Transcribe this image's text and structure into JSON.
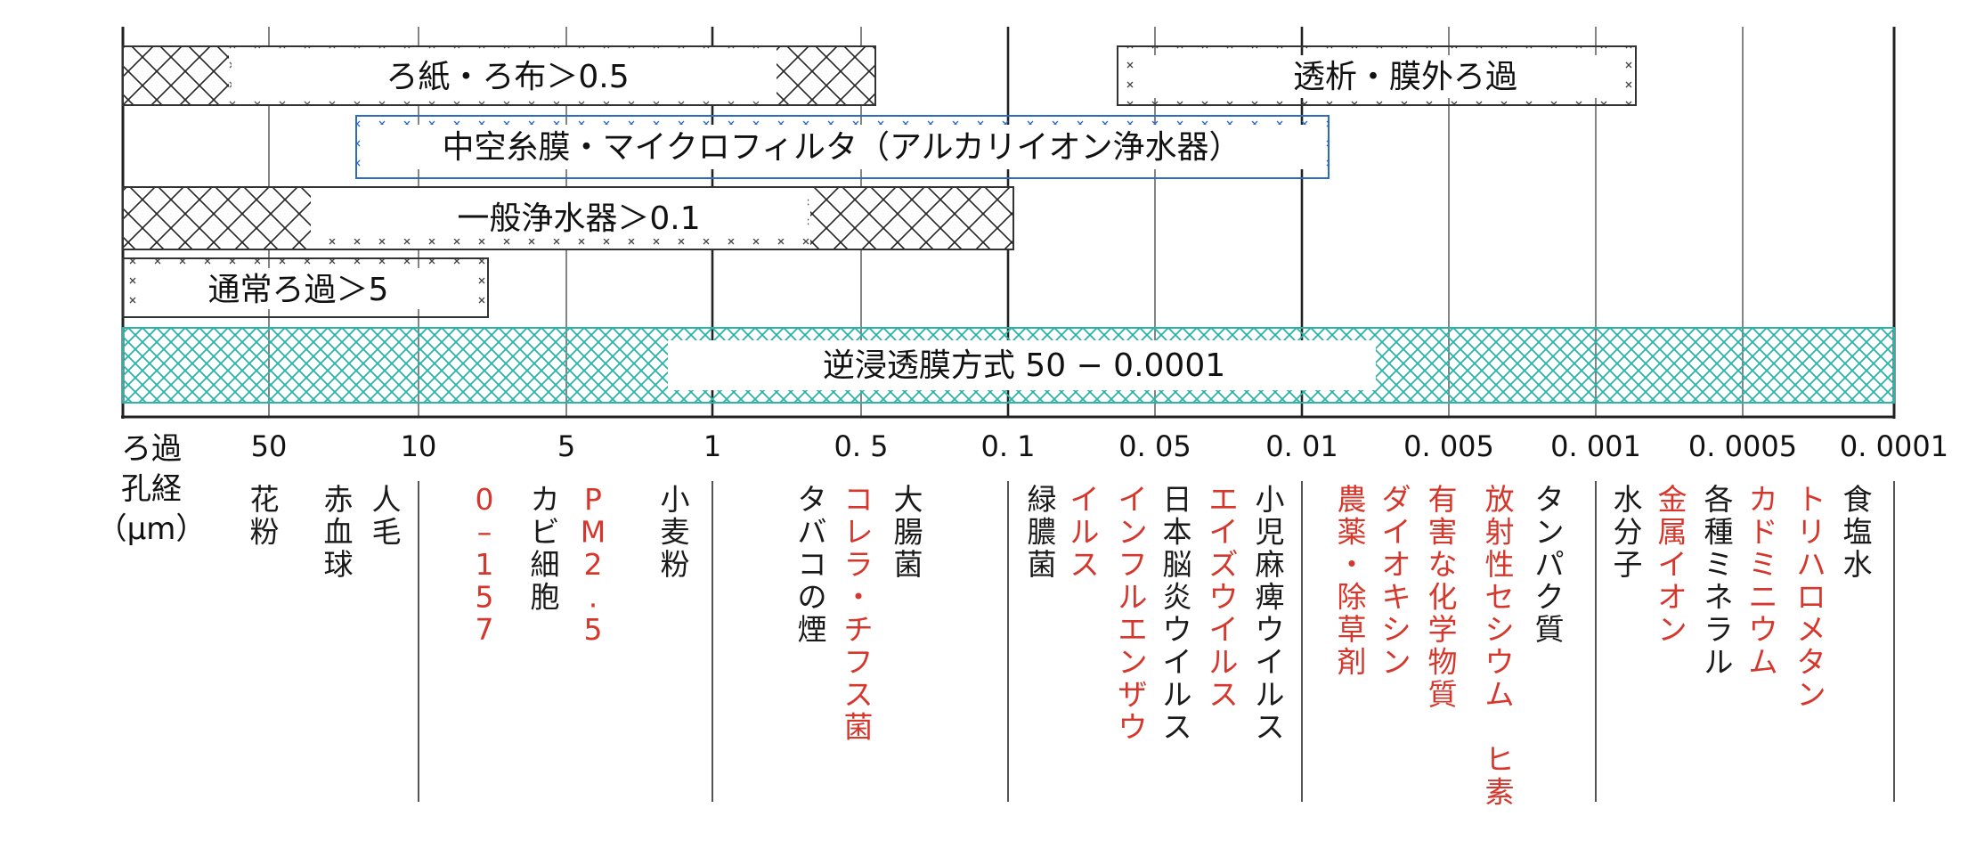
{
  "bars": [
    {
      "label": "ろ紙・ろ布＞0.5",
      "range": [
        "50 以上",
        "0.5"
      ],
      "style": "black-hatch"
    },
    {
      "label": "透析・膜外ろ過",
      "range": [
        "0.05",
        "0.001"
      ],
      "style": "light-hatch"
    },
    {
      "label": "中空糸膜・マイクロフィルタ（アルカリイオン浄水器）",
      "range": [
        "10",
        "0.01"
      ],
      "style": "blue-outline"
    },
    {
      "label": "一般浄水器＞0.1",
      "range": [
        "50 以上",
        "0.1"
      ],
      "style": "black-hatch"
    },
    {
      "label": "通常ろ過＞5",
      "range": [
        "50 以上",
        "5"
      ],
      "style": "light-hatch"
    },
    {
      "label": "逆浸透膜方式 50 − 0.0001",
      "range": [
        "50",
        "0.0001"
      ],
      "style": "teal-hatch"
    }
  ],
  "axis": {
    "title_lines": [
      "ろ過",
      "孔経",
      "（μm）"
    ],
    "ticks": [
      "50",
      "10",
      "5",
      "1",
      "0. 5",
      "0. 1",
      "0. 05",
      "0. 01",
      "0. 005",
      "0. 001",
      "0. 0005",
      "0. 0001"
    ]
  },
  "substances": [
    {
      "lines": [
        "花",
        "粉"
      ],
      "color": "black"
    },
    {
      "lines": [
        "赤",
        "血",
        "球"
      ],
      "color": "black"
    },
    {
      "lines": [
        "人",
        "毛"
      ],
      "color": "black"
    },
    {
      "lines": [
        "0",
        "–",
        "1",
        "5",
        "7"
      ],
      "color": "red"
    },
    {
      "lines": [
        "カ",
        "ビ",
        "細",
        "胞"
      ],
      "color": "black"
    },
    {
      "lines": [
        "P",
        "M",
        "2",
        ".",
        "5"
      ],
      "color": "red"
    },
    {
      "lines": [
        "小",
        "麦",
        "粉"
      ],
      "color": "black"
    },
    {
      "lines": [
        "タ",
        "バ",
        "コ",
        "の",
        "煙"
      ],
      "color": "black"
    },
    {
      "lines": [
        "コ",
        "レ",
        "ラ",
        "・",
        "チ",
        "フ",
        "ス",
        "菌"
      ],
      "color": "red"
    },
    {
      "lines": [
        "大",
        "腸",
        "菌"
      ],
      "color": "black"
    },
    {
      "lines": [
        "緑",
        "膿",
        "菌"
      ],
      "color": "black"
    },
    {
      "lines": [
        "イ",
        "ル",
        "ス"
      ],
      "color": "red"
    },
    {
      "lines": [
        "イ",
        "ン",
        "フ",
        "ル",
        "エ",
        "ン",
        "ザ",
        "ウ"
      ],
      "color": "red"
    },
    {
      "lines": [
        "日",
        "本",
        "脳",
        "炎",
        "ウ",
        "イ",
        "ル",
        "ス"
      ],
      "color": "black"
    },
    {
      "lines": [
        "エ",
        "イ",
        "ズ",
        "ウ",
        "イ",
        "ル",
        "ス"
      ],
      "color": "red"
    },
    {
      "lines": [
        "小",
        "児",
        "麻",
        "痺",
        "ウ",
        "イ",
        "ル",
        "ス"
      ],
      "color": "black"
    },
    {
      "lines": [
        "農",
        "薬",
        "・",
        "除",
        "草",
        "剤"
      ],
      "color": "red"
    },
    {
      "lines": [
        "ダ",
        "イ",
        "オ",
        "キ",
        "シ",
        "ン"
      ],
      "color": "red"
    },
    {
      "lines": [
        "有",
        "害",
        "な",
        "化",
        "学",
        "物",
        "質"
      ],
      "color": "red"
    },
    {
      "lines": [
        "放",
        "射",
        "性",
        "セ",
        "シ",
        "ウ",
        "ム",
        "",
        "ヒ",
        "素"
      ],
      "color": "red"
    },
    {
      "lines": [
        "タ",
        "ン",
        "パ",
        "ク",
        "質"
      ],
      "color": "black"
    },
    {
      "lines": [
        "水",
        "分",
        "子"
      ],
      "color": "black"
    },
    {
      "lines": [
        "金",
        "属",
        "イ",
        "オ",
        "ン"
      ],
      "color": "red"
    },
    {
      "lines": [
        "各",
        "種",
        "ミ",
        "ネ",
        "ラ",
        "ル"
      ],
      "color": "black"
    },
    {
      "lines": [
        "カ",
        "ド",
        "ミ",
        "ニ",
        "ウ",
        "ム"
      ],
      "color": "red"
    },
    {
      "lines": [
        "ト",
        "リ",
        "ハ",
        "ロ",
        "メ",
        "タ",
        "ン"
      ],
      "color": "red"
    },
    {
      "lines": [
        "食",
        "塩",
        "水"
      ],
      "color": "black"
    }
  ],
  "colors": {
    "red": "#d6372c",
    "black": "#1a1a1a",
    "teal": "#2bb3a6",
    "blue": "#2e6bbf"
  }
}
